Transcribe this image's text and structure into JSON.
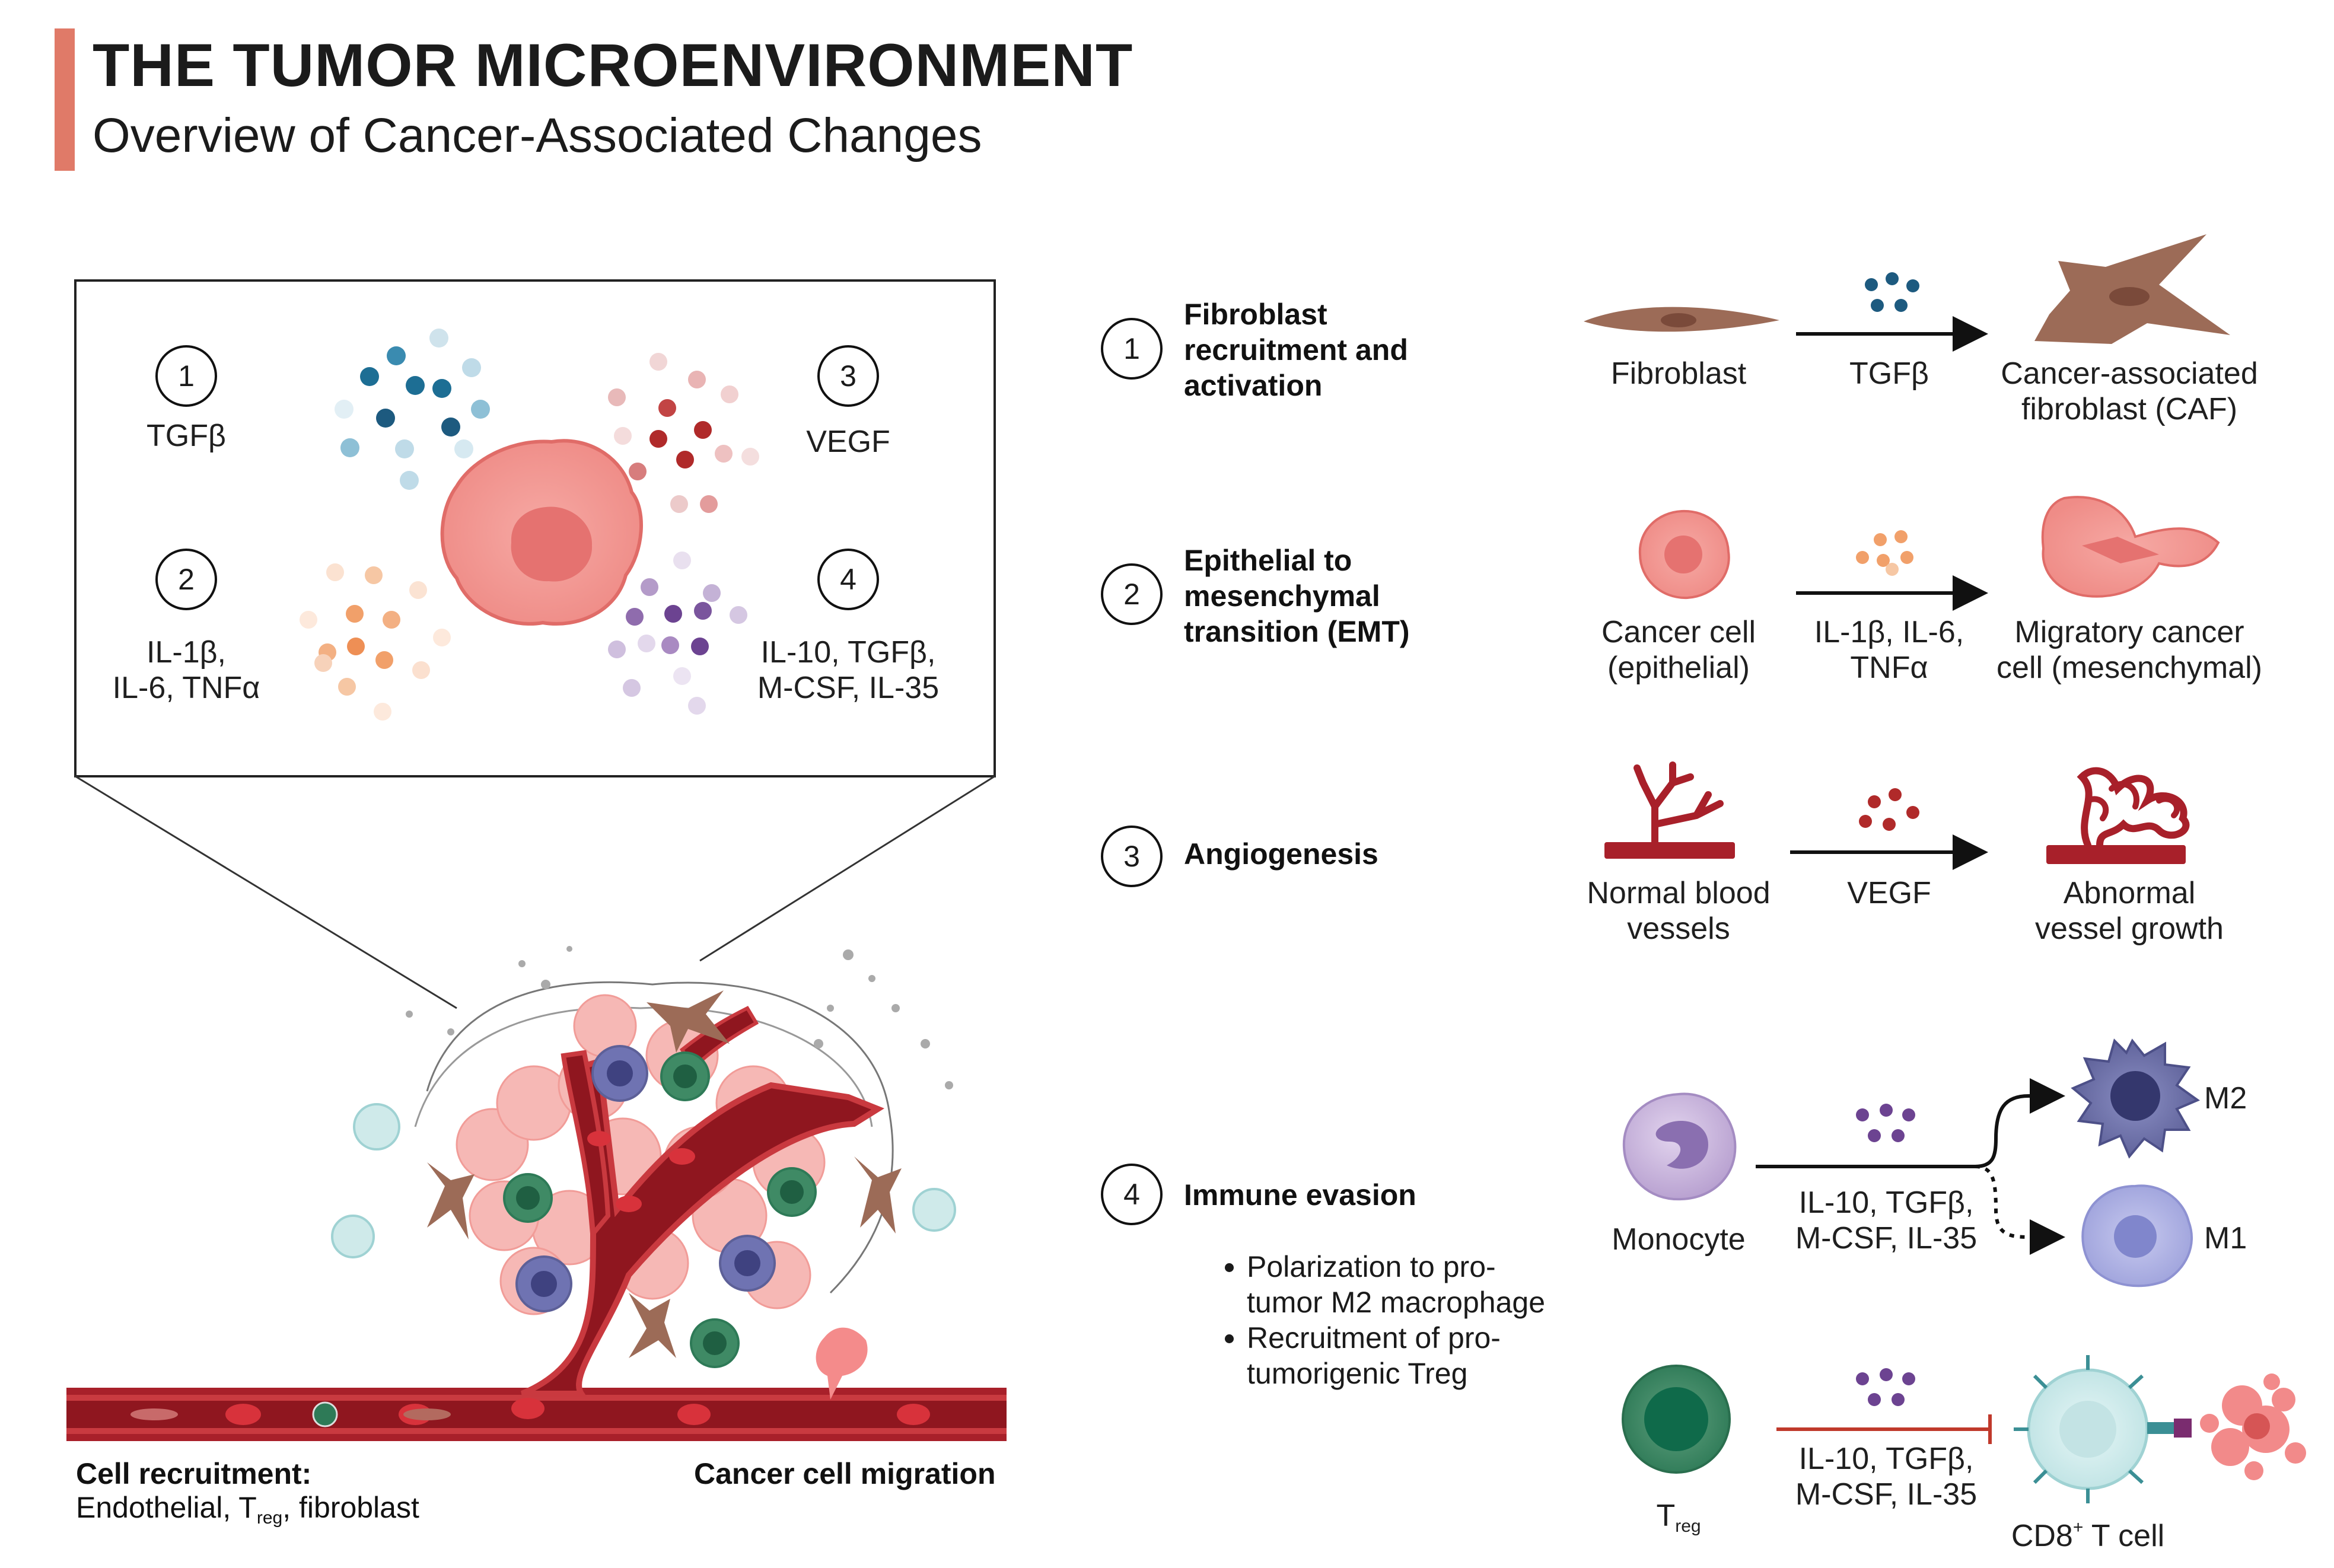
{
  "header": {
    "title": "THE TUMOR MICROENVIRONMENT",
    "subtitle": "Overview of Cancer-Associated Changes",
    "accent_color": "#e07a68"
  },
  "inset": {
    "items": [
      {
        "num": "1",
        "label": "TGFβ"
      },
      {
        "num": "2",
        "label_line1": "IL-1β,",
        "label_line2": "IL-6, TNFα"
      },
      {
        "num": "3",
        "label": "VEGF"
      },
      {
        "num": "4",
        "label_line1": "IL-10, TGFβ,",
        "label_line2": "M-CSF, IL-35"
      }
    ]
  },
  "tumor_scene": {
    "left_caption_bold": "Cell recruitment:",
    "left_caption_pre": "Endothelial, T",
    "left_caption_sub": "reg",
    "left_caption_post": ", fibroblast",
    "right_caption": "Cancer cell migration"
  },
  "processes": [
    {
      "num": "1",
      "title_lines": [
        "Fibroblast",
        "recruitment and",
        "activation"
      ],
      "from_label": "Fibroblast",
      "signal_label": "TGFβ",
      "to_label_lines": [
        "Cancer-associated",
        "fibroblast (CAF)"
      ]
    },
    {
      "num": "2",
      "title_lines": [
        "Epithelial to",
        "mesenchymal",
        "transition (EMT)"
      ],
      "from_label_lines": [
        "Cancer cell",
        "(epithelial)"
      ],
      "signal_label_lines": [
        "IL-1β, IL-6,",
        "TNFα"
      ],
      "to_label_lines": [
        "Migratory cancer",
        "cell (mesenchymal)"
      ]
    },
    {
      "num": "3",
      "title_lines": [
        "Angiogenesis"
      ],
      "from_label_lines": [
        "Normal blood",
        "vessels"
      ],
      "signal_label": "VEGF",
      "to_label_lines": [
        "Abnormal",
        "vessel growth"
      ]
    },
    {
      "num": "4",
      "title_lines": [
        "Immune evasion"
      ],
      "bullets": [
        {
          "lines": [
            "Polarization to pro-",
            "tumor M2 macrophage"
          ]
        },
        {
          "lines": [
            "Recruitment of pro-",
            "tumorigenic Treg"
          ]
        }
      ],
      "monocyte_label": "Monocyte",
      "signal_label_lines": [
        "IL-10, TGFβ,",
        "M-CSF, IL-35"
      ],
      "m2_label": "M2",
      "m1_label": "M1",
      "treg_label_main": "T",
      "treg_label_sub": "reg",
      "treg_signal_lines": [
        "IL-10, TGFβ,",
        "M-CSF, IL-35"
      ],
      "cd8_label_main": "CD8",
      "cd8_label_sup": "+",
      "cd8_label_post": " T cell"
    }
  ]
}
